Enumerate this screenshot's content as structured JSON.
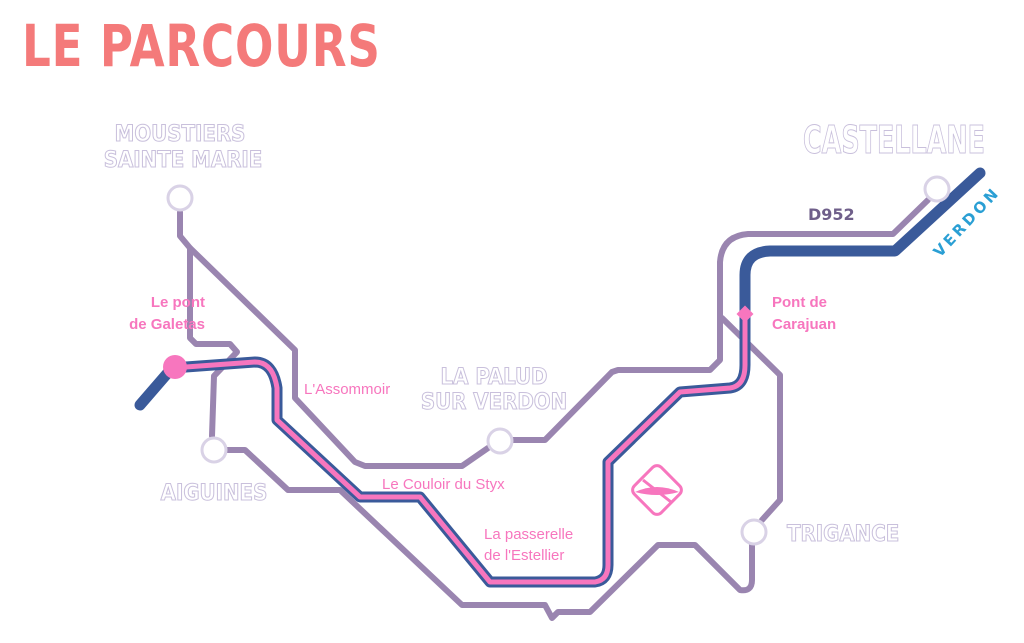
{
  "title": "LE PARCOURS",
  "towns": {
    "moustiers": [
      "MOUSTIERS",
      "SAINTE MARIE"
    ],
    "palud": [
      "LA PALUD",
      "SUR VERDON"
    ],
    "aiguines": "AIGUINES",
    "trigance": "TRIGANCE",
    "castellane": "CASTELLANE"
  },
  "spots": {
    "galetas": [
      "Le pont",
      "de Galetas"
    ],
    "carajuan": [
      "Pont de",
      "Carajuan"
    ],
    "assommoir": "L'Assommoir",
    "styx": "Le Couloir du Styx",
    "estellier": [
      "La passerelle",
      "de l'Estellier"
    ]
  },
  "road_label": "D952",
  "river_label": "VERDON",
  "icons": {
    "kayak": "kayak-icon"
  },
  "colors": {
    "title": "#f47a7a",
    "road": "#9a85b0",
    "river": "#3a5a9a",
    "route": "#f776be",
    "river_label": "#2a9fd4"
  }
}
